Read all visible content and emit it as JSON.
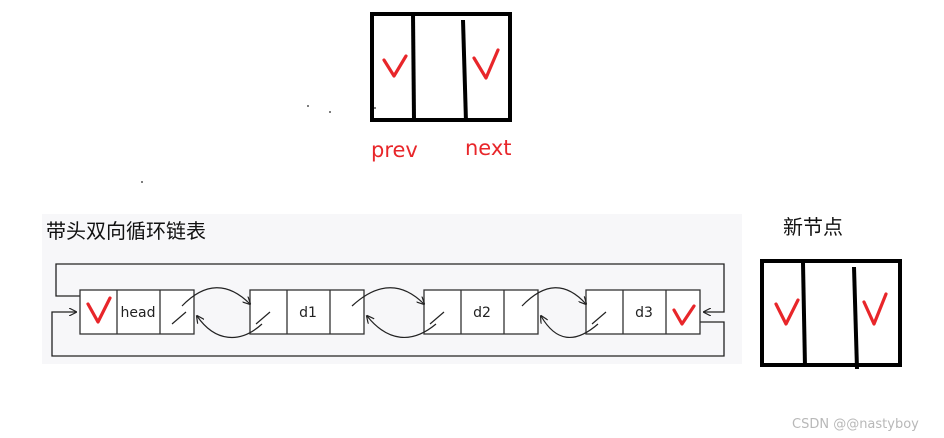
{
  "top_node": {
    "prev_label": "prev",
    "next_label": "next"
  },
  "list": {
    "title": "带头双向循环链表",
    "nodes": [
      "head",
      "d1",
      "d2",
      "d3"
    ]
  },
  "new_node": {
    "title": "新节点"
  },
  "watermark": "CSDN @@nastyboy",
  "colors": {
    "accent": "#e8262a",
    "panel": "#f7f7f9",
    "stroke": "#000000"
  }
}
